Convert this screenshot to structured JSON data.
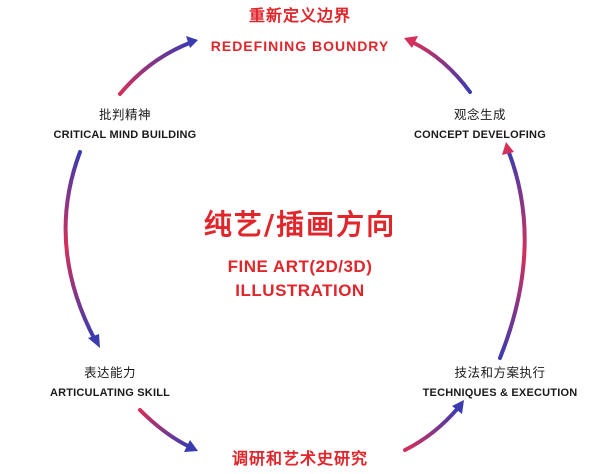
{
  "colors": {
    "red": "#e0262b",
    "purple": "#3b3bb0",
    "magenta": "#d4305a"
  },
  "top": {
    "zh": "重新定义边界",
    "en": "REDEFINING BOUNDRY"
  },
  "left_top": {
    "zh": "批判精神",
    "en": "CRITICAL MIND BUILDING"
  },
  "right_top": {
    "zh": "观念生成",
    "en": "CONCEPT DEVELOFING"
  },
  "left_bottom": {
    "zh": "表达能力",
    "en": "ARTICULATING SKILL"
  },
  "right_bottom": {
    "zh": "技法和方案执行",
    "en": "TECHNIQUES & EXECUTION"
  },
  "bottom": {
    "zh": "调研和艺术史研究"
  },
  "center": {
    "zh": "纯艺/插画方向",
    "en_line1": "FINE ART(2D/3D)",
    "en_line2": "ILLUSTRATION"
  }
}
